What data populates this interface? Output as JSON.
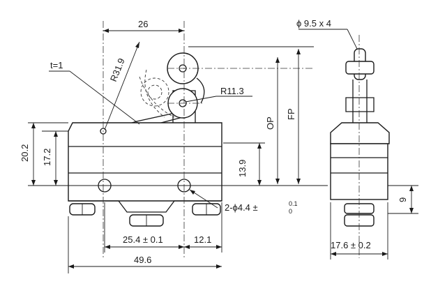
{
  "labels": {
    "dim_26": "26",
    "radius_large": "R31.9",
    "thickness": "t=1",
    "radius_small": "R11.3",
    "op": "OP",
    "fp": "FP",
    "roller": "ϕ 9.5 x 4",
    "dim_20_2": "20.2",
    "dim_17_2": "17.2",
    "dim_13_9": "13.9",
    "hole_base": "2-ϕ4.4 ±",
    "hole_tol_upper": "0.1",
    "hole_tol_lower": "0",
    "dim_9": "9",
    "dim_25_4": "25.4 ± 0.1",
    "dim_12_1": "12.1",
    "dim_49_6": "49.6",
    "dim_17_6": "17.6 ± 0.2"
  }
}
